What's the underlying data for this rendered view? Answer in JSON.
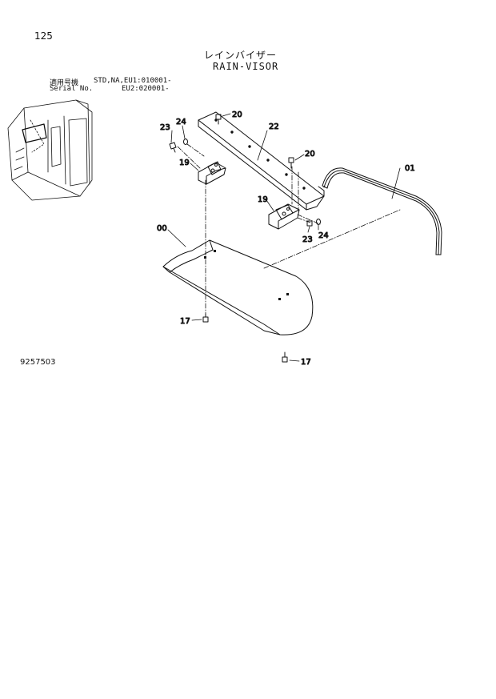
{
  "page_number": "125",
  "title_jp": "レインバイザー",
  "title_en": "RAIN-VISOR",
  "serial": {
    "label_jp": "適用号機",
    "label_en": "Serial No.",
    "std_line": "STD,NA,EU1:010001-",
    "eu2_line": "EU2:020001-"
  },
  "drawing_number": "9257503",
  "callouts": {
    "c00": "00",
    "c01": "01",
    "c17a": "17",
    "c17b": "17",
    "c19a": "19",
    "c19b": "19",
    "c20a": "20",
    "c20b": "20",
    "c22": "22",
    "c23a": "23",
    "c23b": "23",
    "c24a": "24",
    "c24b": "24"
  }
}
